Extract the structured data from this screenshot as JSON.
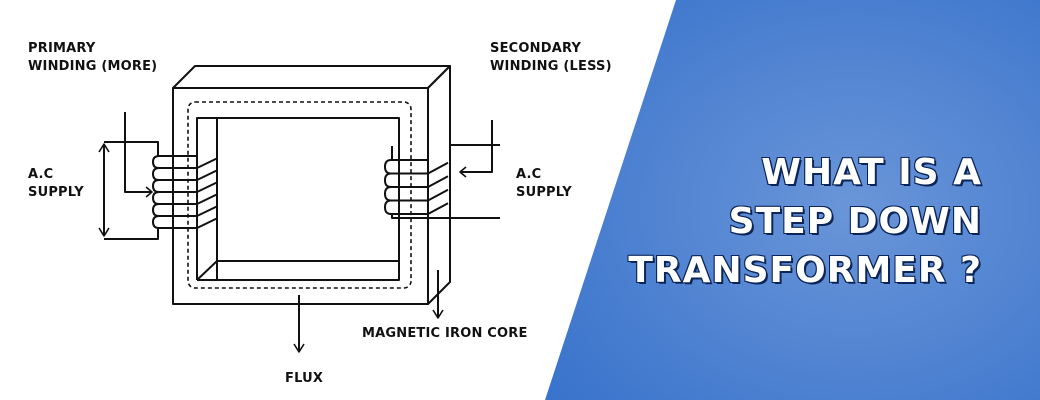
{
  "labels": {
    "primary_winding": "PRIMARY\nWINDING (MORE)",
    "secondary_winding": "SECONDARY\nWINDING (LESS)",
    "ac_supply_left": "A.C\nSUPPLY",
    "ac_supply_right": "A.C\nSUPPLY",
    "magnetic_iron_core": "MAGNETIC IRON CORE",
    "flux": "FLUX"
  },
  "headline": {
    "line1": "WHAT IS A",
    "line2": "STEP DOWN",
    "line3": "TRANSFORMER ?"
  },
  "colors": {
    "panel_light": "#6a95d8",
    "panel_dark": "#3a74cc",
    "stroke": "#111111",
    "headline_fill": "#ffffff",
    "headline_outline": "#0b2559"
  },
  "windings": {
    "primary_turns": 6,
    "secondary_turns": 4
  }
}
